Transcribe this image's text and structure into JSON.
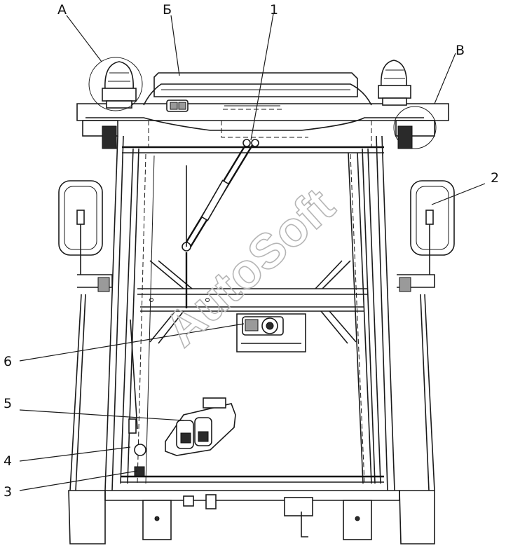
{
  "watermark": "AutoSoft",
  "letter_labels": {
    "a": "А",
    "b": "Б",
    "v": "В"
  },
  "callouts": [
    "1",
    "2",
    "3",
    "4",
    "5",
    "6"
  ]
}
